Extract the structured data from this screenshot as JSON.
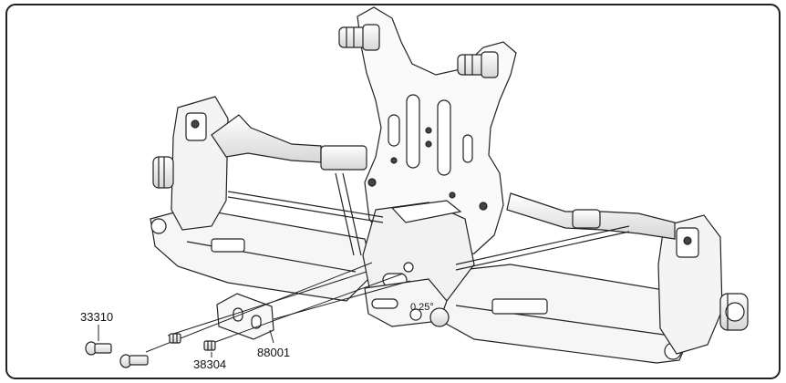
{
  "diagram": {
    "part_numbers": {
      "rear_screw": "33310",
      "set_screws": "38304",
      "spacer_block": "88001"
    },
    "angle_annotation": "0.25°"
  }
}
